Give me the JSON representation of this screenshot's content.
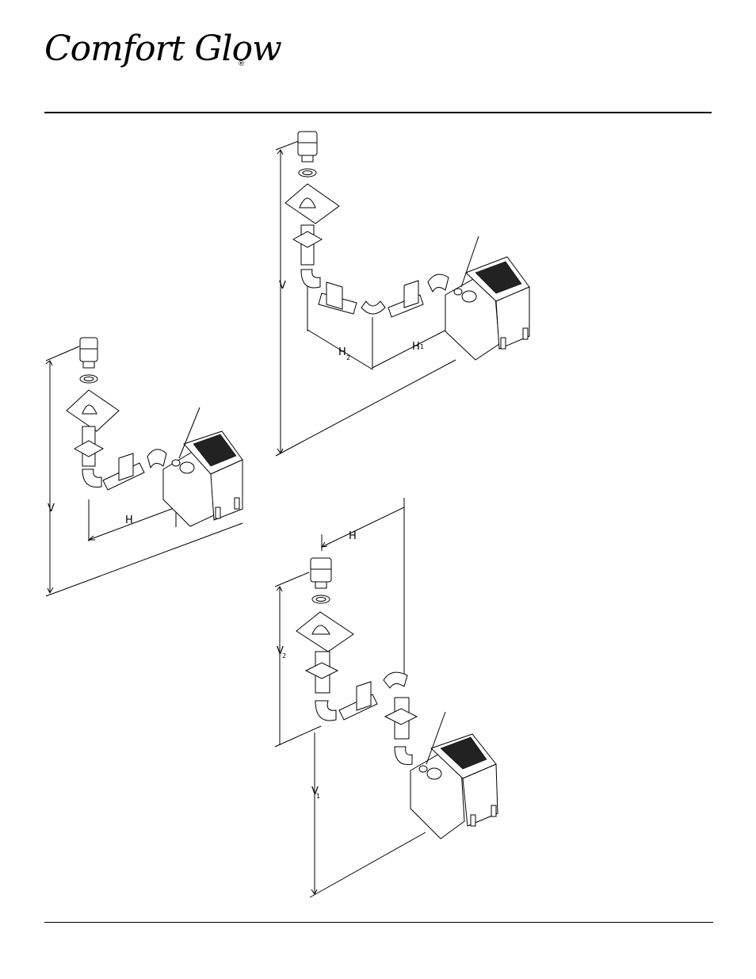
{
  "header": {
    "brand_name": "Comfort Glow",
    "registered_mark": "®"
  },
  "figures": {
    "left": {
      "vertical_label": "V",
      "horizontal_label": "H"
    },
    "top_right": {
      "vertical_label": "V",
      "horizontal_2_label": "H",
      "horizontal_2_sub": "2",
      "horizontal_1_label": "H",
      "horizontal_1_sub": "1"
    },
    "bottom_right": {
      "horizontal_label": "H",
      "vertical_2_label": "V",
      "vertical_2_sub": "2",
      "vertical_1_label": "V",
      "vertical_1_sub": "1"
    }
  }
}
